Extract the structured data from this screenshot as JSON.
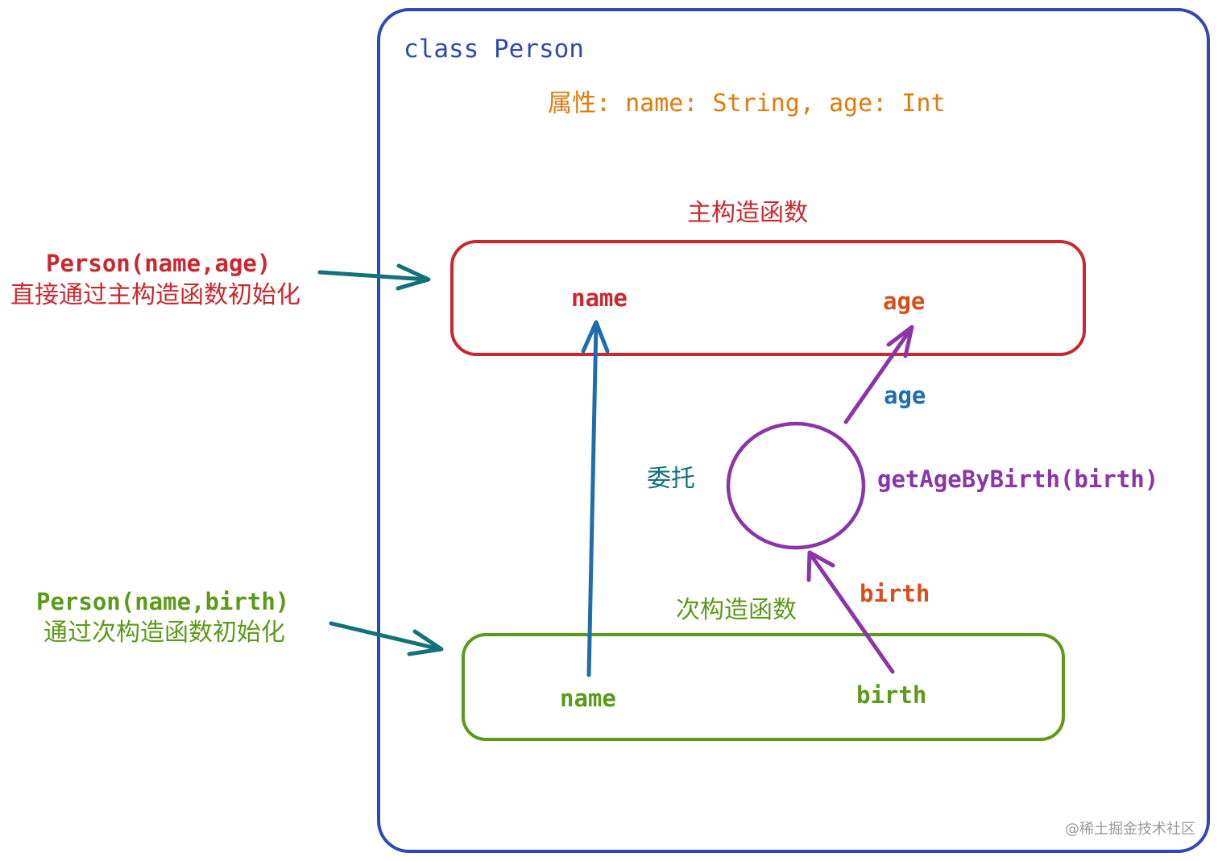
{
  "class_box": {
    "title": "class Person",
    "properties": "属性: name: String, age: Int"
  },
  "primary_constructor": {
    "label": "主构造函数",
    "param_name": "name",
    "param_age": "age"
  },
  "secondary_constructor": {
    "label": "次构造函数",
    "param_name": "name",
    "param_birth": "birth"
  },
  "delegate": {
    "label": "委托",
    "function": "getAgeByBirth(birth)",
    "input_label": "birth",
    "output_label": "age"
  },
  "left_notes": {
    "primary_call": "Person(name,age)",
    "primary_desc": "直接通过主构造函数初始化",
    "secondary_call": "Person(name,birth)",
    "secondary_desc": "通过次构造函数初始化"
  },
  "watermark": "@稀土掘金技术社区",
  "colors": {
    "class_border": "#2f48b3",
    "primary_border": "#c9282e",
    "secondary_border": "#5c9a1a",
    "delegate_circle": "#8a35a8",
    "name_arrow": "#1f6db0",
    "side_arrows": "#12727c"
  }
}
